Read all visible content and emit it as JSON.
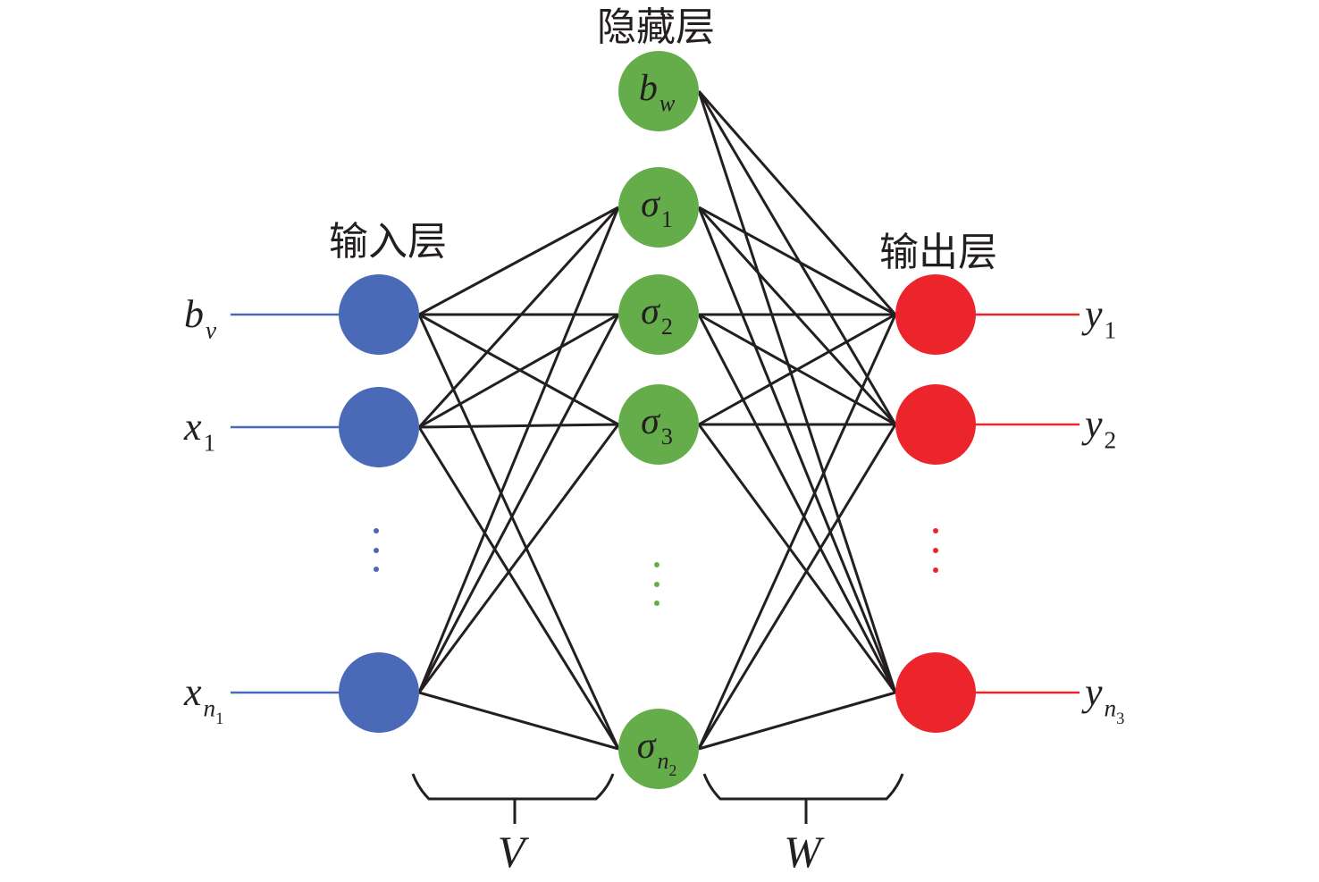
{
  "diagram": {
    "type": "neural-network",
    "colors": {
      "input_node": "#4a6ab8",
      "hidden_node": "#64ad4a",
      "output_node": "#ec242b",
      "edge": "#231f20",
      "text": "#231f20"
    },
    "layers": {
      "input": {
        "title": "输入层",
        "nodes": [
          {
            "id": "bv",
            "symbol": "b",
            "sub": "v",
            "sub_italic": true
          },
          {
            "id": "x1",
            "symbol": "x",
            "sub": "1",
            "sub_italic": false
          },
          {
            "id": "xn1",
            "symbol": "x",
            "sub": "n",
            "subsub": "1",
            "sub_italic": true
          }
        ],
        "ellipsis": "⋮"
      },
      "hidden": {
        "title": "隐藏层",
        "nodes": [
          {
            "id": "bw",
            "symbol": "b",
            "sub": "w",
            "sub_italic": true
          },
          {
            "id": "s1",
            "symbol": "σ",
            "sub": "1",
            "sub_italic": false
          },
          {
            "id": "s2",
            "symbol": "σ",
            "sub": "2",
            "sub_italic": false
          },
          {
            "id": "s3",
            "symbol": "σ",
            "sub": "3",
            "sub_italic": false
          },
          {
            "id": "sn2",
            "symbol": "σ",
            "sub": "n",
            "subsub": "2",
            "sub_italic": true
          }
        ],
        "ellipsis": "⋮"
      },
      "output": {
        "title": "输出层",
        "nodes": [
          {
            "id": "y1",
            "symbol": "y",
            "sub": "1",
            "sub_italic": false
          },
          {
            "id": "y2",
            "symbol": "y",
            "sub": "2",
            "sub_italic": false
          },
          {
            "id": "yn3",
            "symbol": "y",
            "sub": "n",
            "subsub": "3",
            "sub_italic": true
          }
        ],
        "ellipsis": "⋮"
      }
    },
    "edges_V": {
      "from": [
        "bv",
        "x1",
        "xn1"
      ],
      "to": [
        "s1",
        "s2",
        "s3",
        "sn2"
      ]
    },
    "edges_W": {
      "from": [
        "bw",
        "s1",
        "s2",
        "s3",
        "sn2"
      ],
      "to": [
        "y1",
        "y2",
        "yn3"
      ]
    },
    "brackets": {
      "V": "V",
      "W": "W"
    }
  }
}
